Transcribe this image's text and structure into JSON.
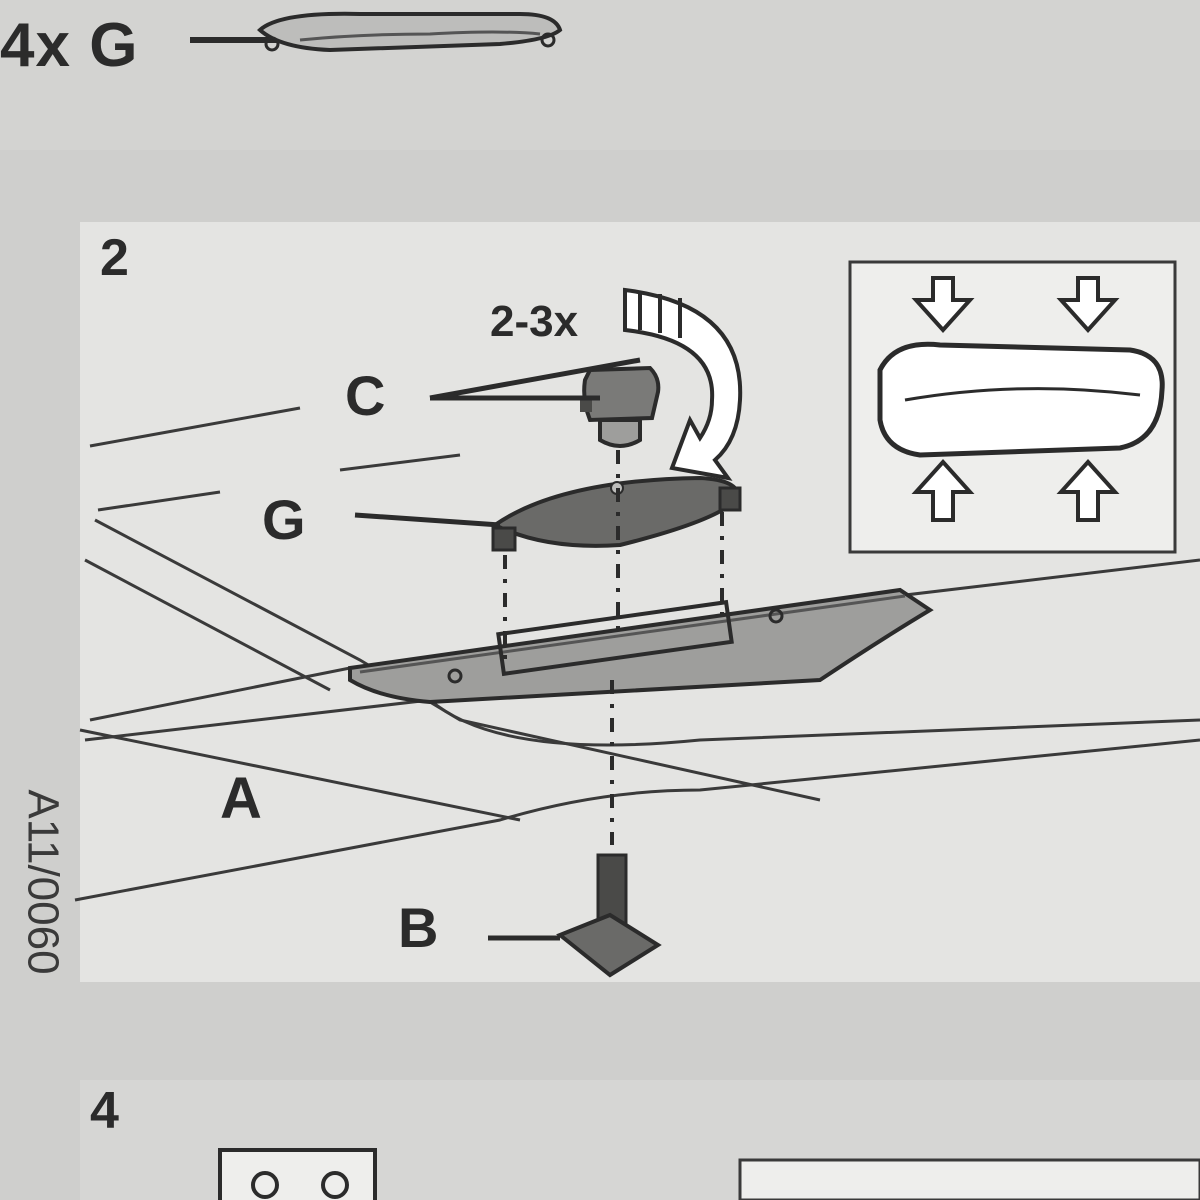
{
  "header": {
    "parts_label": "4x G"
  },
  "step2": {
    "number": "2",
    "repeat_label": "2-3x",
    "labels": {
      "c": "C",
      "g": "G",
      "a": "A",
      "b": "B"
    }
  },
  "side_code": "A11/0060",
  "step4": {
    "number": "4"
  },
  "icons": {
    "part_g": "rubber-pad-icon",
    "rotate": "rotate-arrow-icon",
    "press": "press-arrows-icon",
    "bolt": "t-bolt-icon",
    "nut": "knob-nut-icon"
  },
  "colors": {
    "paper": "#cfcfcd",
    "ink": "#2b2b2b",
    "panel": "#e4e4e2"
  }
}
